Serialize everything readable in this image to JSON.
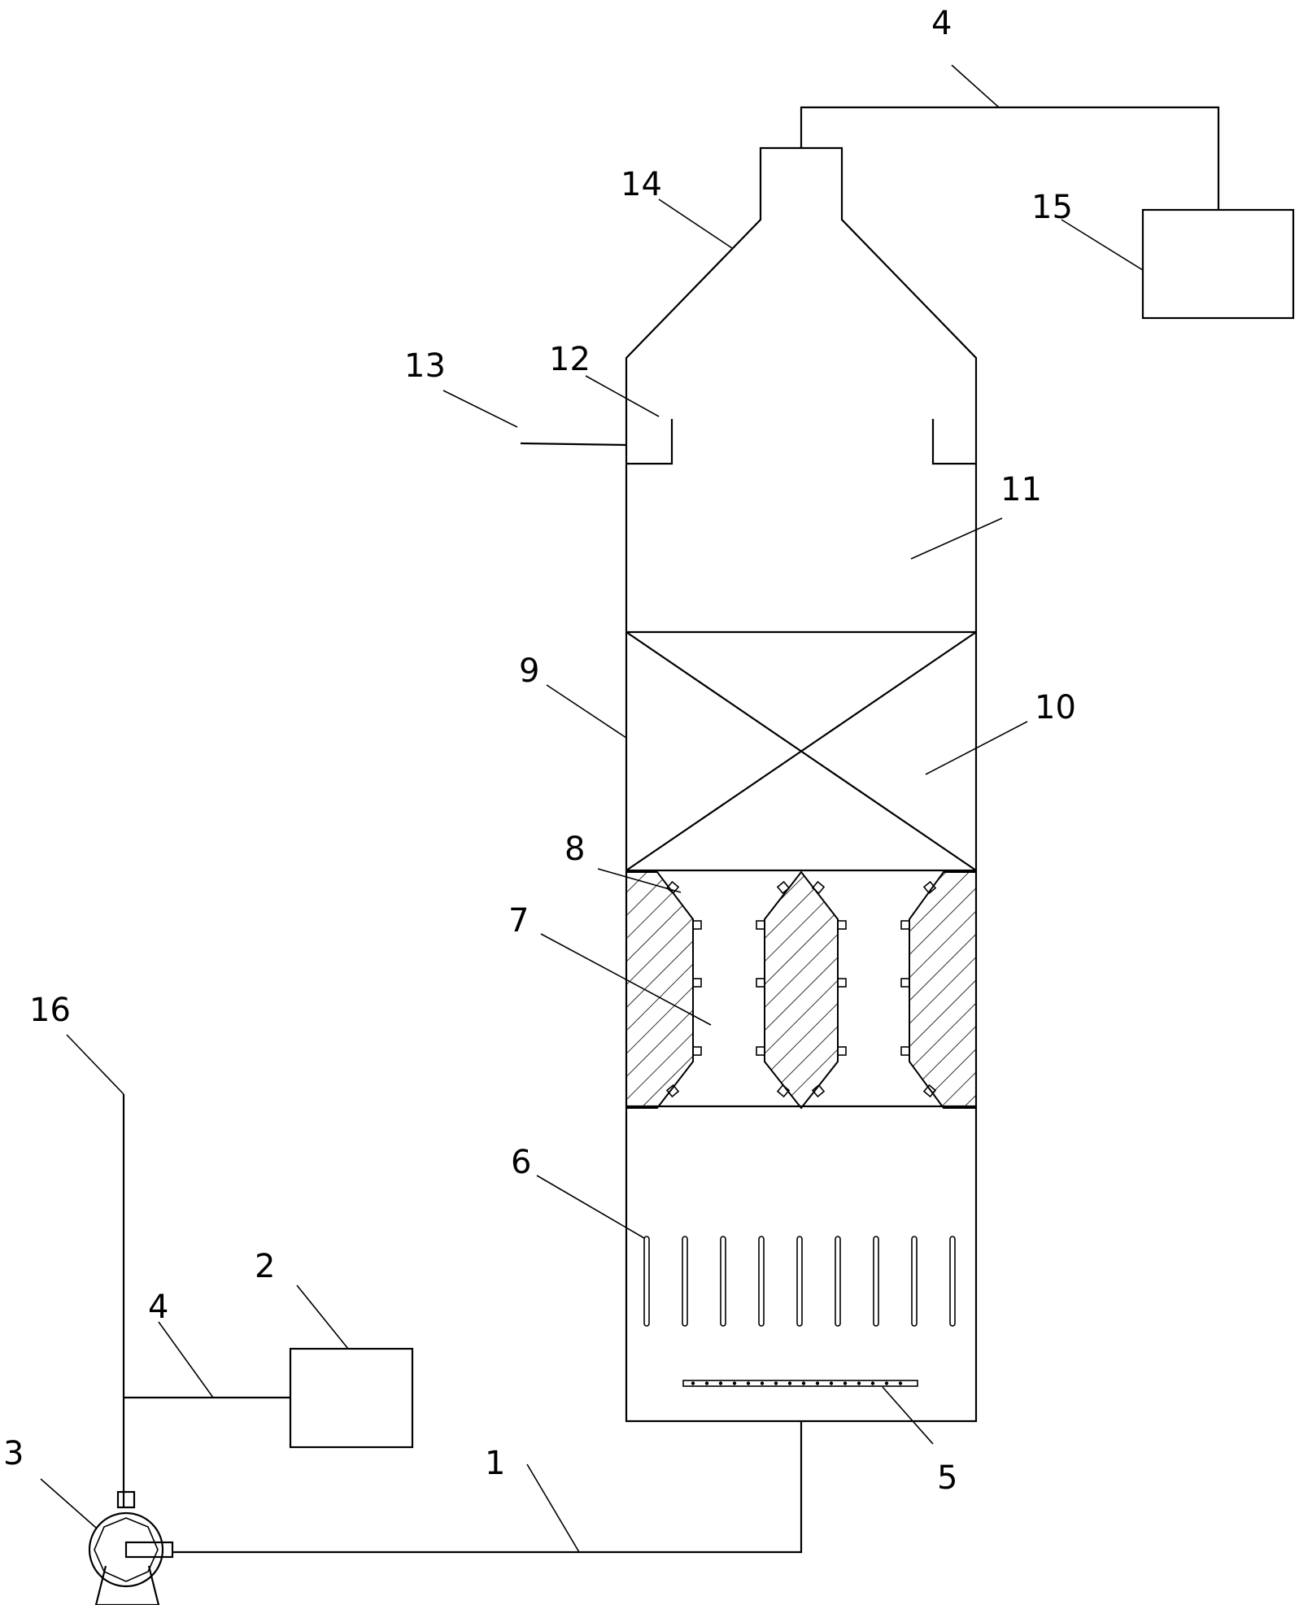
{
  "labels": {
    "l1": "1",
    "l2": "2",
    "l3": "3",
    "l4_top": "4",
    "l4_bottom": "4",
    "l5": "5",
    "l6": "6",
    "l7": "7",
    "l8": "8",
    "l9": "9",
    "l10": "10",
    "l11": "11",
    "l12": "12",
    "l13": "13",
    "l14": "14",
    "l15": "15",
    "l16": "16"
  }
}
